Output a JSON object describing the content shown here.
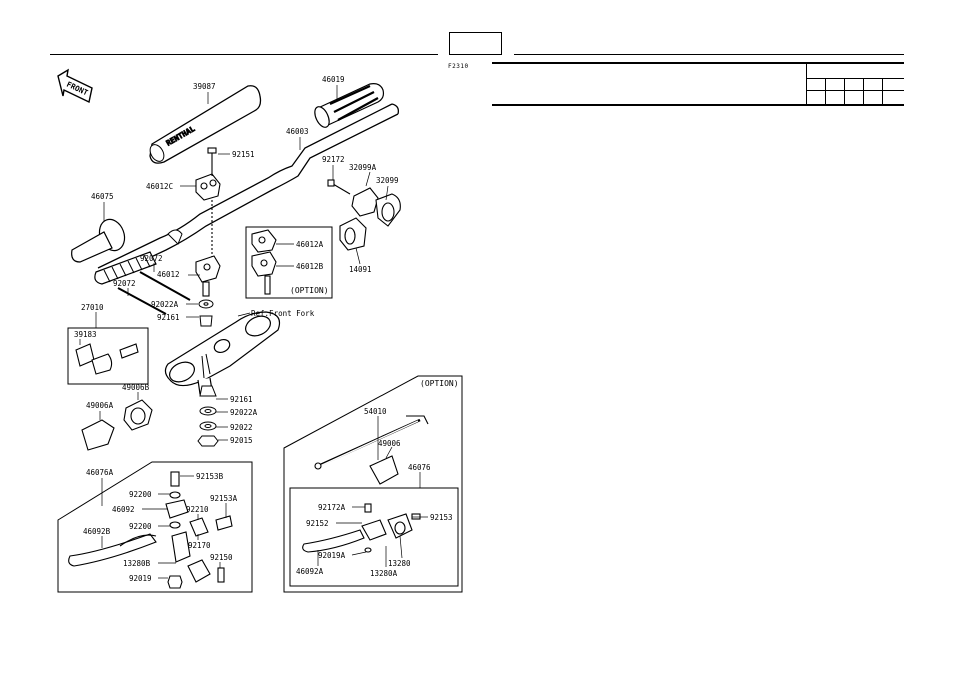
{
  "figure_code": "F2310",
  "labels": {
    "p39087": "39087",
    "p46019": "46019",
    "p46003": "46003",
    "p92151": "92151",
    "p46012C": "46012C",
    "p46075": "46075",
    "p92172": "92172",
    "p32099A": "32099A",
    "p32099": "32099",
    "p14091": "14091",
    "p46012A": "46012A",
    "p46012B": "46012B",
    "option1": "(OPTION)",
    "p92072a": "92072",
    "p92072b": "92072",
    "p46012": "46012",
    "p27010": "27010",
    "p92022A_1": "92022A",
    "p92161_1": "92161",
    "ref_front_fork": "Ref.Front Fork",
    "p39183": "39183",
    "p49006B": "49006B",
    "p49006A": "49006A",
    "p92161_2": "92161",
    "p92022A_2": "92022A",
    "p92022": "92022",
    "p92015": "92015",
    "option2": "(OPTION)",
    "p54010": "54010",
    "p49006": "49006",
    "p46076": "46076",
    "p46076A": "46076A",
    "p92153B": "92153B",
    "p92200_1": "92200",
    "p92153A": "92153A",
    "p46092": "46092",
    "p92210": "92210",
    "p92200_2": "92200",
    "p46092B": "46092B",
    "p92170": "92170",
    "p13280B": "13280B",
    "p92150": "92150",
    "p92019": "92019",
    "p92172A": "92172A",
    "p92153": "92153",
    "p92152": "92152",
    "p92019A": "92019A",
    "p13280": "13280",
    "p46092A": "46092A",
    "p13280A": "13280A"
  },
  "logo_text": {
    "front": "FRONT",
    "grip_brand": "RENTHAL"
  }
}
